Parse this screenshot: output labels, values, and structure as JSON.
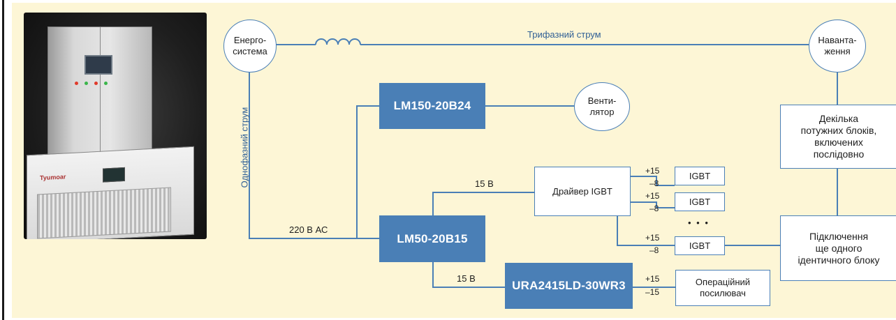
{
  "photo": {
    "brand_text": "Tyumoar"
  },
  "nodes": {
    "power_system": "Енерго-\nсистема",
    "load": "Наванта-\nження",
    "fan": "Венти-\nлятор",
    "lm150": "LM150-20B24",
    "lm50": "LM50-20B15",
    "ura": "URA2415LD-30WR3",
    "igbt_driver": "Драйвер IGBT",
    "series_blocks": "Декілька\nпотужних блоків,\nвключених\nпослідовно",
    "connect_block": "Підключення\nще одного\nідентичного блоку",
    "op_amp": "Операційний\nпосилювач",
    "igbt_1": "IGBT",
    "igbt_2": "IGBT",
    "igbt_3": "IGBT"
  },
  "labels": {
    "three_phase": "Трифазний струм",
    "single_phase": "Однофазний струм",
    "ac_220": "220 В АС",
    "v15_top": "15 В",
    "v15_bottom": "15 В",
    "ellipsis": "• • •",
    "igbt1_plus": "+15",
    "igbt1_minus": "–8",
    "igbt2_plus": "+15",
    "igbt2_minus": "–8",
    "igbt3_plus": "+15",
    "igbt3_minus": "–8",
    "opamp_plus": "+15",
    "opamp_minus": "–15"
  },
  "colors": {
    "line": "#4a7fb6",
    "block_fill": "#4a7fb6",
    "panel": "#fdf6d6"
  }
}
